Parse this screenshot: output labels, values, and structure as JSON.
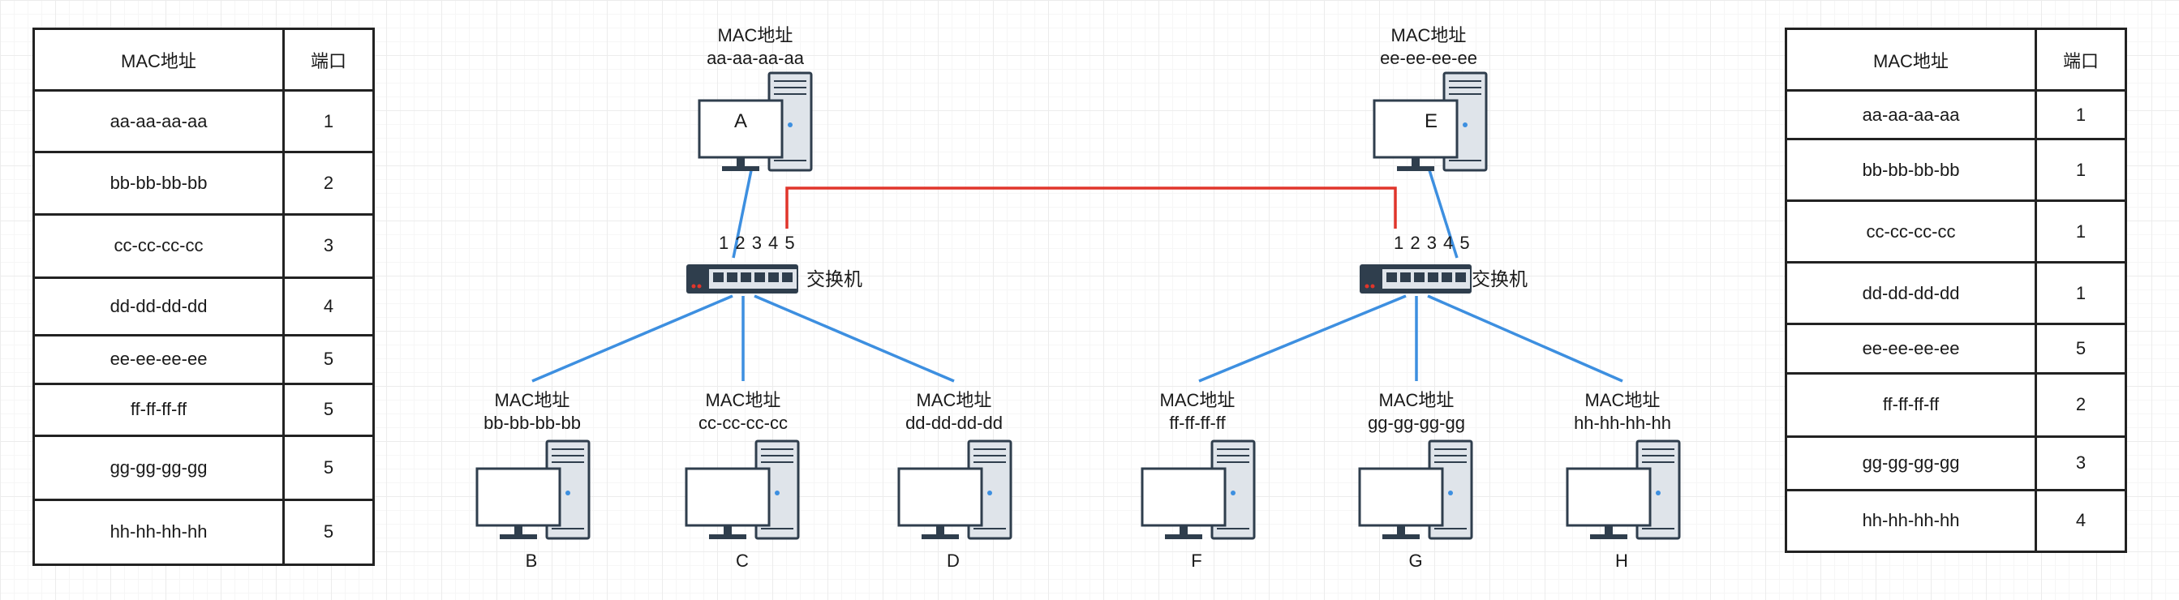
{
  "left_table": {
    "header_mac": "MAC地址",
    "header_port": "端口",
    "rows": [
      {
        "mac": "aa-aa-aa-aa",
        "port": "1"
      },
      {
        "mac": "bb-bb-bb-bb",
        "port": "2"
      },
      {
        "mac": "cc-cc-cc-cc",
        "port": "3"
      },
      {
        "mac": "dd-dd-dd-dd",
        "port": "4"
      },
      {
        "mac": "ee-ee-ee-ee",
        "port": "5"
      },
      {
        "mac": "ff-ff-ff-ff",
        "port": "5"
      },
      {
        "mac": "gg-gg-gg-gg",
        "port": "5"
      },
      {
        "mac": "hh-hh-hh-hh",
        "port": "5"
      }
    ]
  },
  "right_table": {
    "header_mac": "MAC地址",
    "header_port": "端口",
    "rows": [
      {
        "mac": "aa-aa-aa-aa",
        "port": "1"
      },
      {
        "mac": "bb-bb-bb-bb",
        "port": "1"
      },
      {
        "mac": "cc-cc-cc-cc",
        "port": "1"
      },
      {
        "mac": "dd-dd-dd-dd",
        "port": "1"
      },
      {
        "mac": "ee-ee-ee-ee",
        "port": "5"
      },
      {
        "mac": "ff-ff-ff-ff",
        "port": "2"
      },
      {
        "mac": "gg-gg-gg-gg",
        "port": "3"
      },
      {
        "mac": "hh-hh-hh-hh",
        "port": "4"
      }
    ]
  },
  "mac_caption": "MAC地址",
  "switch_label": "交换机",
  "port_numbers": "1 2 3 4 5",
  "hosts": {
    "A": {
      "name": "A",
      "mac": "aa-aa-aa-aa"
    },
    "B": {
      "name": "B",
      "mac": "bb-bb-bb-bb"
    },
    "C": {
      "name": "C",
      "mac": "cc-cc-cc-cc"
    },
    "D": {
      "name": "D",
      "mac": "dd-dd-dd-dd"
    },
    "E": {
      "name": "E",
      "mac": "ee-ee-ee-ee"
    },
    "F": {
      "name": "F",
      "mac": "ff-ff-ff-ff"
    },
    "G": {
      "name": "G",
      "mac": "gg-gg-gg-gg"
    },
    "H": {
      "name": "H",
      "mac": "hh-hh-hh-hh"
    }
  },
  "colors": {
    "link": "#3d8fe0",
    "trunk": "#e0352b",
    "device_dark": "#2f3e4d",
    "device_light": "#dfe4ea"
  },
  "icons": [
    "desktop-computer-icon",
    "network-switch-icon"
  ]
}
